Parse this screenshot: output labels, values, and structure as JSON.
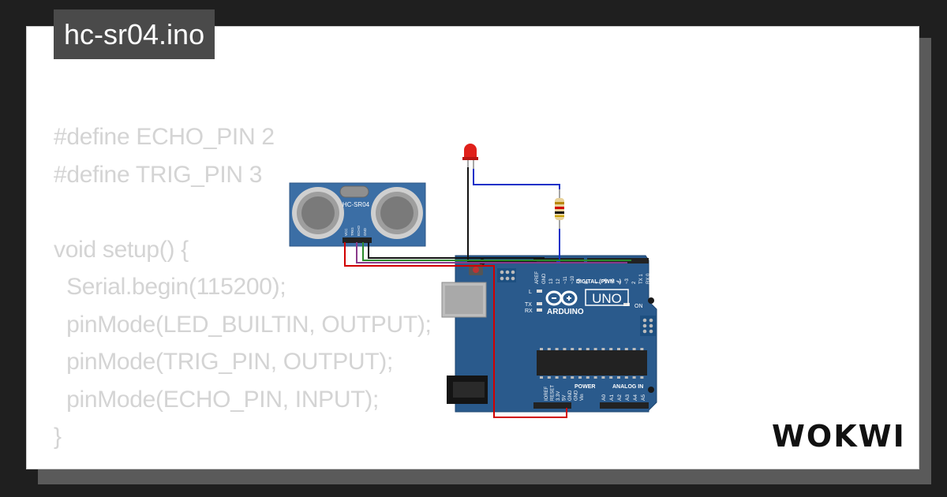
{
  "project": {
    "file_name": "hc-sr04.ino"
  },
  "code_lines": [
    "#define ECHO_PIN 2",
    "#define TRIG_PIN 3",
    "",
    "void setup() {",
    "  Serial.begin(115200);",
    "  pinMode(LED_BUILTIN, OUTPUT);",
    "  pinMode(TRIG_PIN, OUTPUT);",
    "  pinMode(ECHO_PIN, INPUT);",
    "}"
  ],
  "sensor": {
    "label": "HC-SR04",
    "pins": [
      "VCC",
      "TRIG",
      "ECHO",
      "GND"
    ]
  },
  "board": {
    "brand": "ARDUINO",
    "model": "UNO",
    "digital_label": "DIGITAL (PWM ~)",
    "power_label": "POWER",
    "analog_label": "ANALOG IN",
    "on_label": "ON",
    "l_label": "L",
    "tx_label": "TX",
    "rx_label": "RX",
    "top_pins": [
      "AREF",
      "GND",
      "13",
      "12",
      "~11",
      "~10",
      "~9",
      "8",
      "7",
      "~6",
      "~5",
      "4",
      "~3",
      "2",
      "TX 1",
      "RX 0"
    ],
    "power_pins": [
      "IOREF",
      "RESET",
      "3.3V",
      "5V",
      "GND",
      "GND",
      "Vin"
    ],
    "analog_pins": [
      "A0",
      "A1",
      "A2",
      "A3",
      "A4",
      "A5"
    ]
  },
  "brand": {
    "name": "WOKWI"
  },
  "colors": {
    "board_blue": "#2a5a8c",
    "sensor_blue": "#3b6ea5",
    "wire_red": "#d10000",
    "wire_black": "#111111",
    "wire_blue": "#1030c8",
    "wire_purple": "#8a3a8a",
    "led_red": "#e0201a",
    "code_text": "#d4d4d4",
    "title_bg": "#4a4a4a"
  },
  "icons": [
    "led-icon",
    "resistor-icon",
    "usb-connector-icon",
    "power-jack-icon",
    "chip-icon",
    "infinity-logo-icon"
  ]
}
